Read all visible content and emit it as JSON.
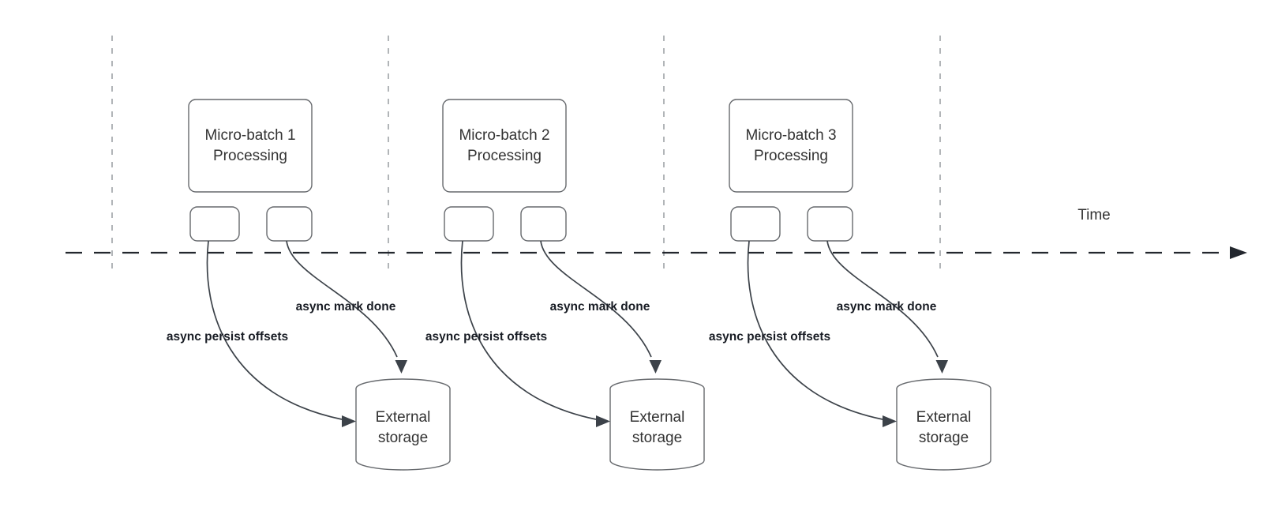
{
  "diagram": {
    "background_color": "#ffffff",
    "time_axis": {
      "label": "Time"
    },
    "batches": [
      {
        "box_line1": "Micro-batch 1",
        "box_line2": "Processing",
        "persist_label": "async persist offsets",
        "done_label": "async mark done",
        "storage_line1": "External",
        "storage_line2": "storage"
      },
      {
        "box_line1": "Micro-batch 2",
        "box_line2": "Processing",
        "persist_label": "async persist offsets",
        "done_label": "async mark done",
        "storage_line1": "External",
        "storage_line2": "storage"
      },
      {
        "box_line1": "Micro-batch 3",
        "box_line2": "Processing",
        "persist_label": "async persist offsets",
        "done_label": "async mark done",
        "storage_line1": "External",
        "storage_line2": "storage"
      }
    ],
    "colors": {
      "shape_border": "#66696d",
      "node_text": "#333333",
      "edge_label_text": "#181c24",
      "arrow": "#3c4249",
      "time_axis": "#23272e",
      "divider": "#a9adb0"
    }
  }
}
